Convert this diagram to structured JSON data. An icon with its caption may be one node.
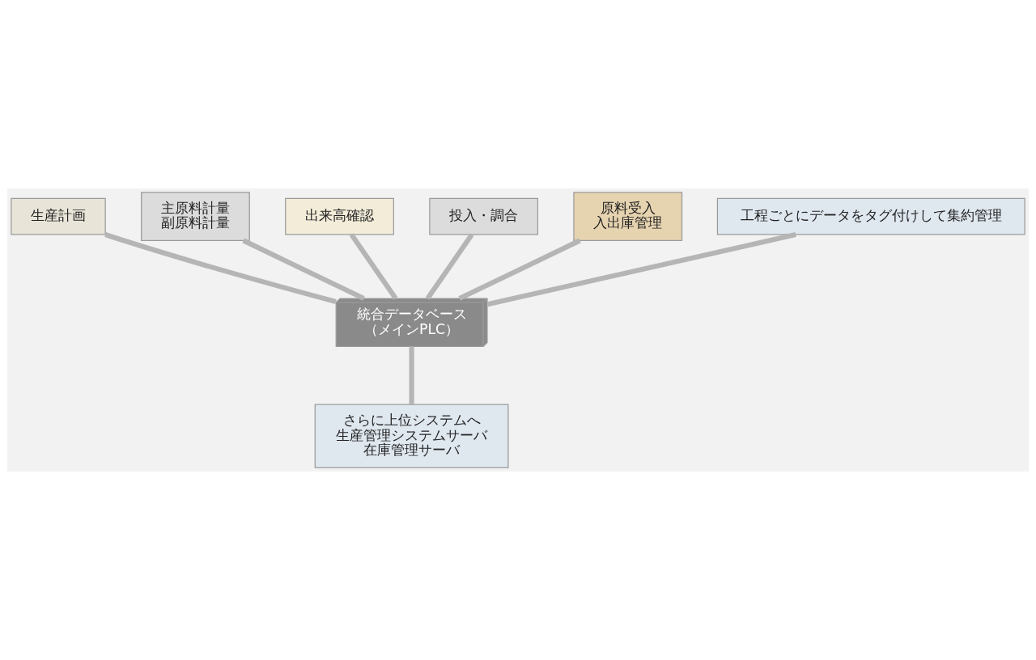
{
  "diagram": {
    "nodes": [
      {
        "text": [
          "生産計画"
        ]
      },
      {
        "text": [
          "主原料計量",
          "副原料計量"
        ]
      },
      {
        "text": [
          "出来高確認"
        ]
      },
      {
        "text": [
          "投入・調合"
        ]
      },
      {
        "text": [
          "原料受入",
          "入出庫管理"
        ]
      },
      {
        "text": [
          "統合データベース",
          "（メインPLC）"
        ]
      },
      {
        "text": [
          "工程ごとにデータをタグ付けして集約管理"
        ]
      },
      {
        "text": [
          "さらに上位システムへ",
          "生産管理システムサーバ",
          "在庫管理サーバ"
        ]
      }
    ],
    "edges": [
      {
        "from": 0,
        "to": 5,
        "arrow": "none"
      },
      {
        "from": 1,
        "to": 5,
        "arrow": "none"
      },
      {
        "from": 2,
        "to": 5,
        "arrow": "none"
      },
      {
        "from": 3,
        "to": 5,
        "arrow": "none"
      },
      {
        "from": 4,
        "to": 5,
        "arrow": "none"
      },
      {
        "from": 6,
        "to": 5,
        "arrow": "none"
      },
      {
        "from": 5,
        "to": 7,
        "arrow": "none"
      }
    ]
  }
}
